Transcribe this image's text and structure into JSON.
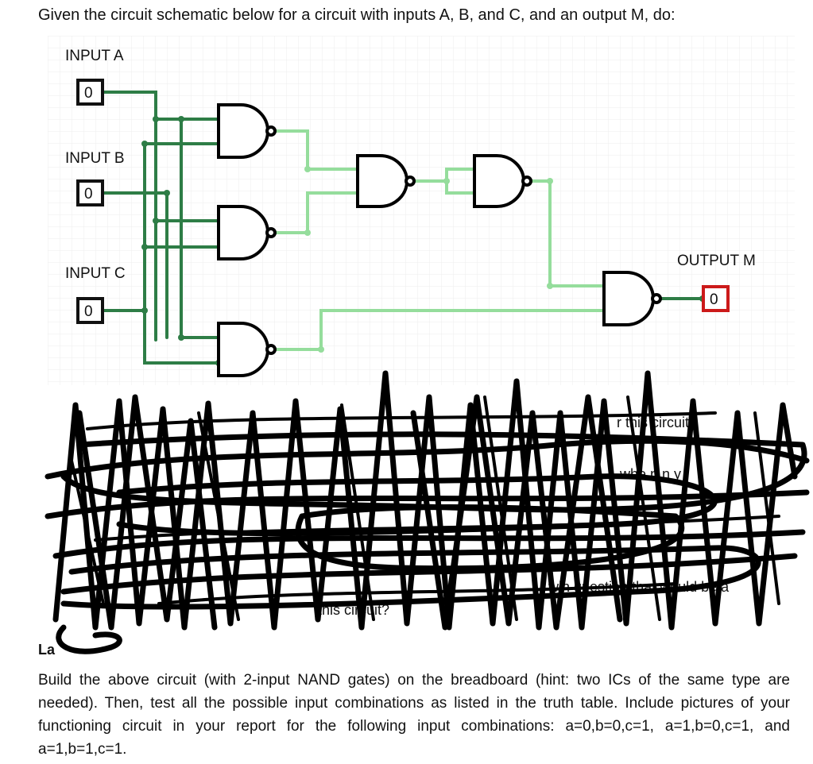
{
  "intro": "Given the circuit schematic below for a circuit with inputs A, B, and C, and an output M, do:",
  "schematic": {
    "input_a_label": "INPUT A",
    "input_b_label": "INPUT B",
    "input_c_label": "INPUT C",
    "output_label": "OUTPUT M",
    "input_a_value": "0",
    "input_b_value": "0",
    "input_c_value": "0",
    "output_value": "0",
    "colors": {
      "wire_dark": "#2e7d46",
      "wire_light": "#95dd9c",
      "output_border": "#cc1a1a",
      "grid": "#eeeeee"
    }
  },
  "fragments": {
    "question_tail": "r this circuit?",
    "line_right": "whe   n   n   y",
    "line_end": "win  question  that  would be a",
    "line_last": "this circuit?",
    "lab_label": "La"
  },
  "bottom_text": "Build the above circuit (with 2-input NAND gates) on the breadboard (hint: two ICs of the same type are needed). Then, test all the possible input combinations as listed in the truth table. Include pictures of your functioning circuit in your report for the following input combinations: a=0,b=0,c=1, a=1,b=0,c=1, and a=1,b=1,c=1."
}
